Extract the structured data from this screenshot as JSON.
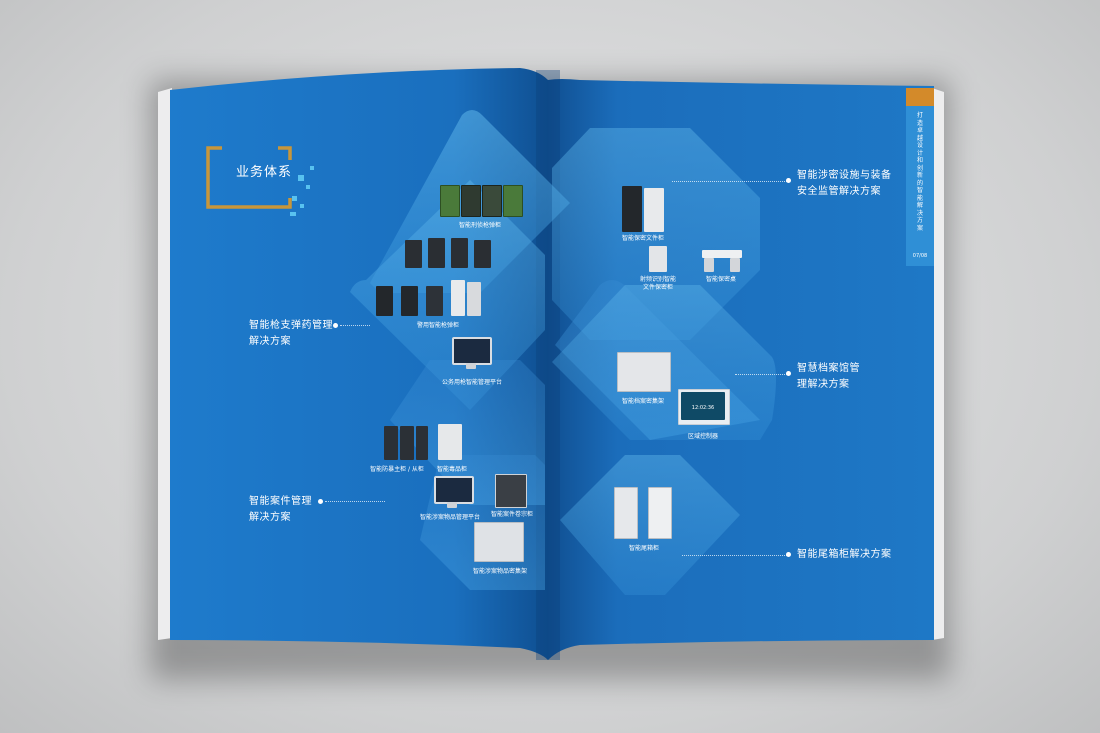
{
  "header": {
    "title": "业务体系"
  },
  "left_solutions": [
    {
      "label": "智能枪支弹药管理\n解决方案"
    },
    {
      "label": "智能案件管理\n解决方案"
    }
  ],
  "right_solutions": [
    {
      "label": "智能涉密设施与装备\n安全监管解决方案"
    },
    {
      "label": "智慧档案馆管\n理解决方案"
    },
    {
      "label": "智能尾箱柜解决方案"
    }
  ],
  "products": [
    "智能刑侦枪弹柜",
    "警用智能枪弹柜",
    "公务用枪智能管理平台",
    "智能防暴主柜 / 从柜",
    "智能毒品柜",
    "智能涉案物品管理平台",
    "智能案件卷宗柜",
    "智能涉案物品密集架",
    "智能保密文件柜",
    "射频识别智能\n文件保密柜",
    "智能保密桌",
    "智能档案密集架",
    "区域控制器",
    "智能尾箱柜"
  ],
  "side_tab": {
    "text": "打造卓越设计和创新的智能解决方案",
    "page": "07/08"
  },
  "screen": {
    "time": "12:02:36"
  },
  "colors": {
    "page_blue": "#1a75c5",
    "accent_gold": "#c8963a",
    "tab_orange": "#d38a2a"
  }
}
